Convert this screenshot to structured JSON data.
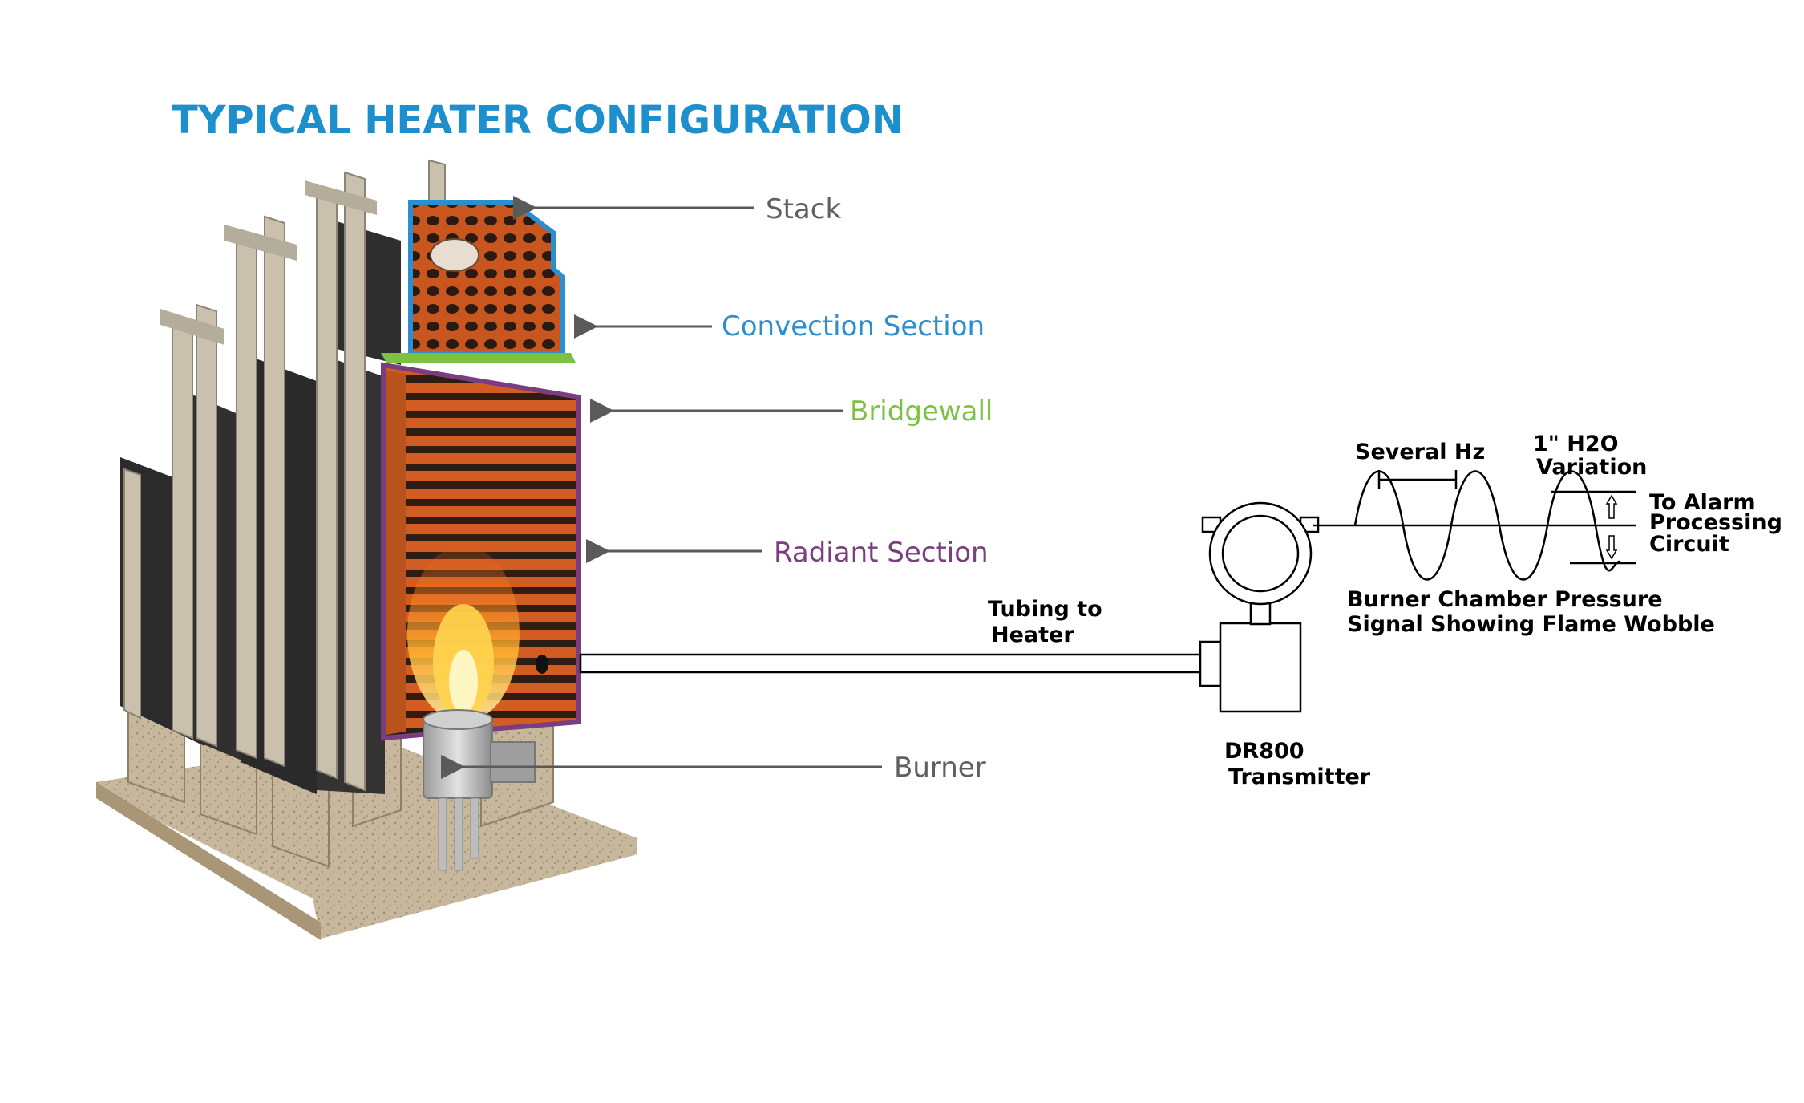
{
  "title": "TYPICAL HEATER CONFIGURATION",
  "callouts": {
    "stack": "Stack",
    "convection": "Convection Section",
    "bridgewall": "Bridgewall",
    "radiant": "Radiant Section",
    "burner": "Burner"
  },
  "tubing": {
    "line1": "Tubing to",
    "line2": "Heater"
  },
  "transmitter": {
    "line1": "DR800",
    "line2": "Transmitter"
  },
  "signal": {
    "frequency_label": "Several Hz",
    "variation_line1": "1\" H2O",
    "variation_line2": "Variation",
    "caption_line1": "Burner Chamber Pressure",
    "caption_line2": "Signal Showing Flame Wobble"
  },
  "alarm": {
    "line1": "To Alarm",
    "line2": "Processing",
    "line3": "Circuit"
  },
  "colors": {
    "title": "#1d8fcc",
    "stack": "#606060",
    "convection": "#2b8fcf",
    "bridgewall": "#7cc142",
    "radiant": "#7a3e80",
    "burner": "#606060",
    "firebox": "#d8561f",
    "refractory": "#b8531e",
    "tube": "#2a1a12",
    "wall": "#2b2b2b",
    "steel": "#c9c0ae",
    "foundation": "#c7b79c"
  }
}
